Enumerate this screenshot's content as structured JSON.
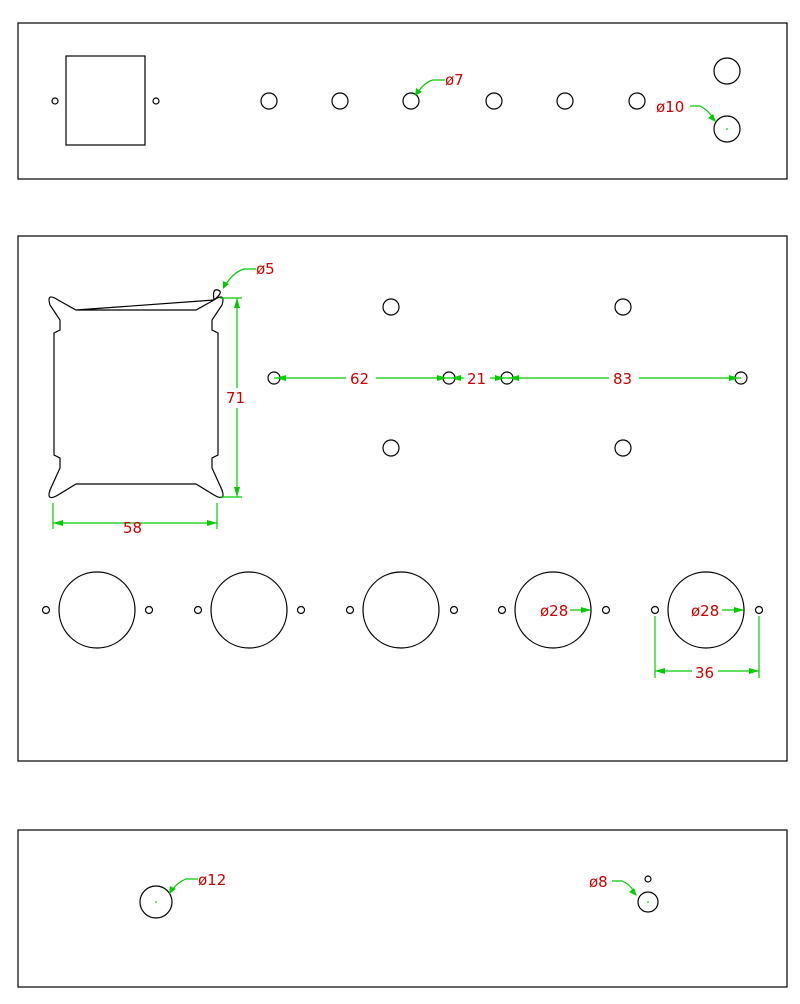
{
  "drawing": {
    "colors": {
      "outline": "#000000",
      "dimension_line": "#00cc00",
      "dimension_text": "#cc0000",
      "background": "#ffffff"
    },
    "panels": [
      {
        "name": "top-panel",
        "annotations": [
          {
            "id": "d7",
            "text": "ø7"
          },
          {
            "id": "d10",
            "text": "ø10"
          }
        ]
      },
      {
        "name": "middle-panel",
        "annotations": [
          {
            "id": "d5",
            "text": "ø5"
          },
          {
            "id": "dim71",
            "text": "71"
          },
          {
            "id": "dim58",
            "text": "58"
          },
          {
            "id": "dim62",
            "text": "62"
          },
          {
            "id": "dim21",
            "text": "21"
          },
          {
            "id": "dim83",
            "text": "83"
          },
          {
            "id": "d28a",
            "text": "ø28"
          },
          {
            "id": "d28b",
            "text": "ø28"
          },
          {
            "id": "dim36",
            "text": "36"
          }
        ]
      },
      {
        "name": "bottom-panel",
        "annotations": [
          {
            "id": "d12",
            "text": "ø12"
          },
          {
            "id": "d8",
            "text": "ø8"
          }
        ]
      }
    ]
  }
}
